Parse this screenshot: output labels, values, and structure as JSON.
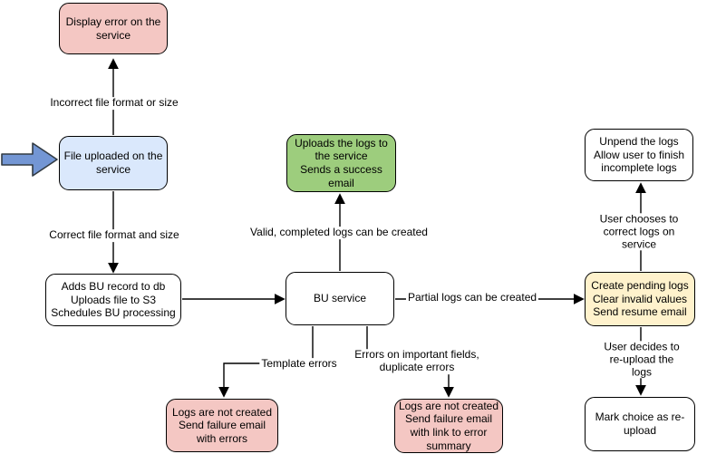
{
  "colors": {
    "error_fill": "#f4c7c3",
    "input_fill": "#dae8fc",
    "success_fill": "#9dcd7d",
    "pending_fill": "#fff2cc",
    "plain_fill": "#ffffff",
    "start_arrow_fill": "#7396d4",
    "line": "#000000"
  },
  "nodes": {
    "display_error": {
      "label": "Display error on the\nservice"
    },
    "file_uploaded": {
      "label": "File uploaded on the\nservice"
    },
    "add_record": {
      "label": "Adds BU record to db\nUploads file to S3\nSchedules BU processing"
    },
    "bu_service": {
      "label": "BU service"
    },
    "upload_success": {
      "label": "Uploads the logs to\nthe service\nSends a success\nemail"
    },
    "unpend": {
      "label": "Unpend the logs\nAllow user to finish\nincomplete logs"
    },
    "create_pending": {
      "label": "Create pending logs\nClear invalid values\nSend resume email"
    },
    "mark_reupload": {
      "label": "Mark choice as re-\nupload"
    },
    "fail_errors": {
      "label": "Logs are not created\nSend failure email\nwith errors"
    },
    "fail_summary": {
      "label": "Logs are not created\nSend failure email\nwith link to error\nsummary"
    }
  },
  "edge_labels": {
    "incorrect": "Incorrect file format or size",
    "correct": "Correct file format and size",
    "valid": "Valid, completed logs can be created",
    "partial": "Partial logs can be created",
    "template": "Template errors",
    "important": "Errors on important fields,\nduplicate errors",
    "user_correct": "User chooses to correct logs on service",
    "user_reupload": "User decides to re-upload the logs"
  }
}
